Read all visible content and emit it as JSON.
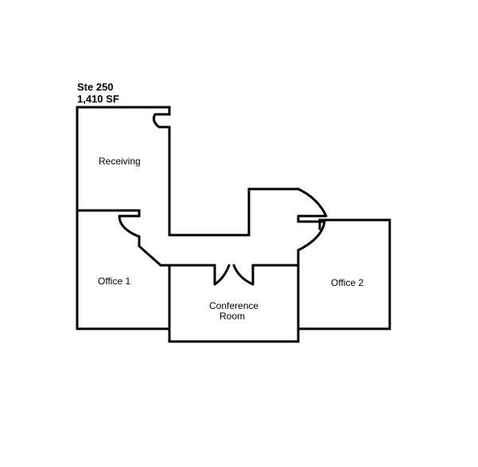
{
  "suite": {
    "name": "Ste 250",
    "area": "1,410 SF"
  },
  "rooms": {
    "receiving": "Receiving",
    "office_1": "Office 1",
    "conference_line1": "Conference",
    "conference_line2": "Room",
    "office_2": "Office 2"
  },
  "colors": {
    "wall": "#000000",
    "background": "#ffffff"
  }
}
